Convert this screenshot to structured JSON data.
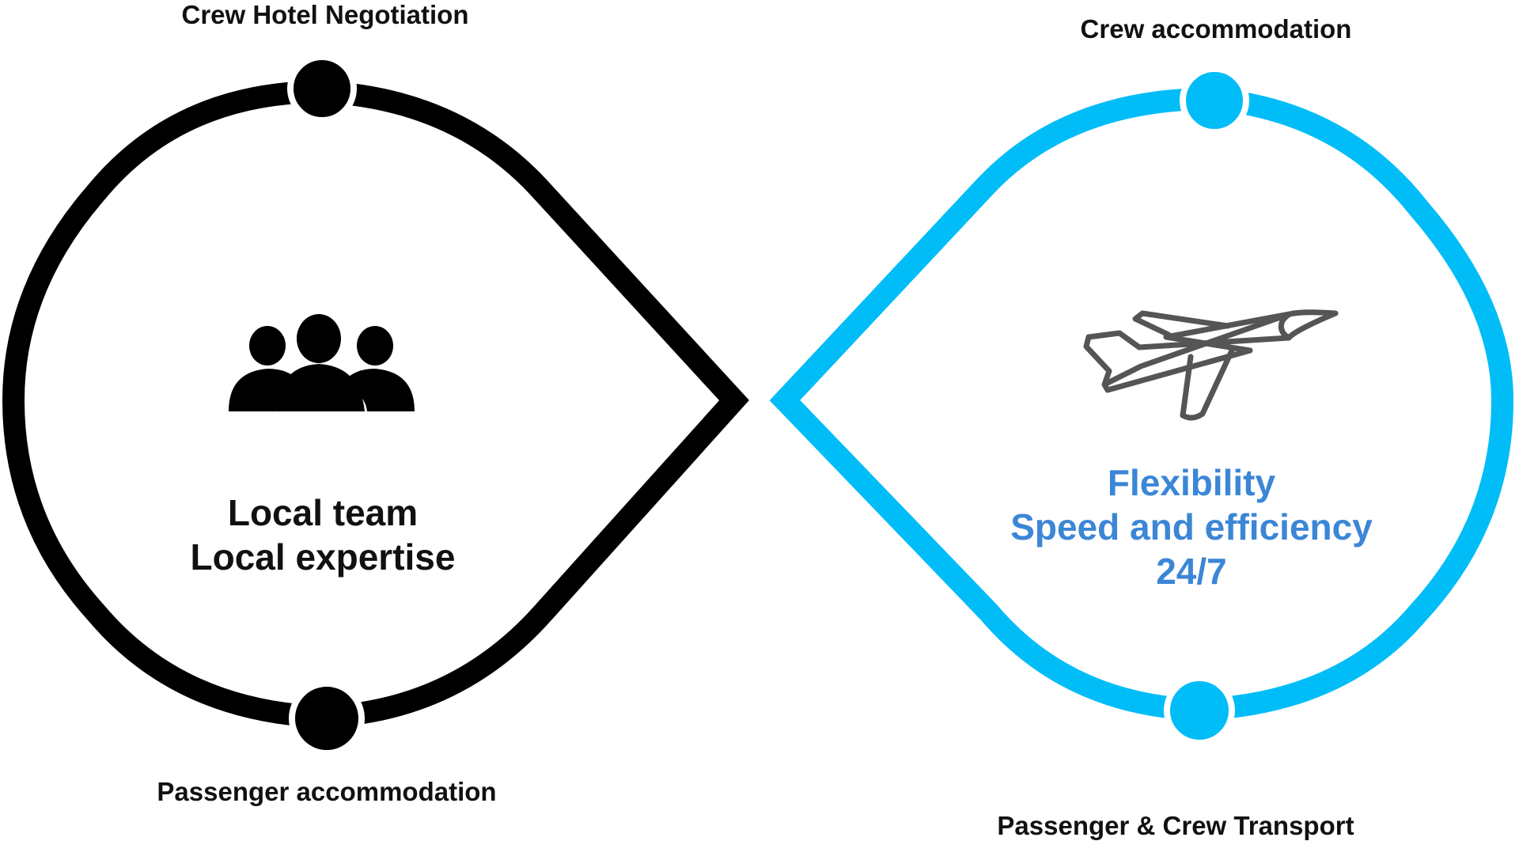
{
  "colors": {
    "left_loop": "#000000",
    "right_loop": "#00bdf8",
    "right_text": "#3b86d6",
    "plane_icon": "#555555",
    "text": "#111111"
  },
  "icons": {
    "left": "team-people-icon",
    "right": "airplane-icon"
  },
  "nodes": {
    "top_left": "Crew Hotel Negotiation",
    "bottom_left": "Passenger accommodation",
    "top_right": "Crew accommodation",
    "bottom_right": "Passenger & Crew Transport"
  },
  "left_center": {
    "line1": "Local team",
    "line2": "Local expertise"
  },
  "right_center": {
    "line1": "Flexibility",
    "line2": "Speed and efficiency",
    "line3": "24/7"
  }
}
